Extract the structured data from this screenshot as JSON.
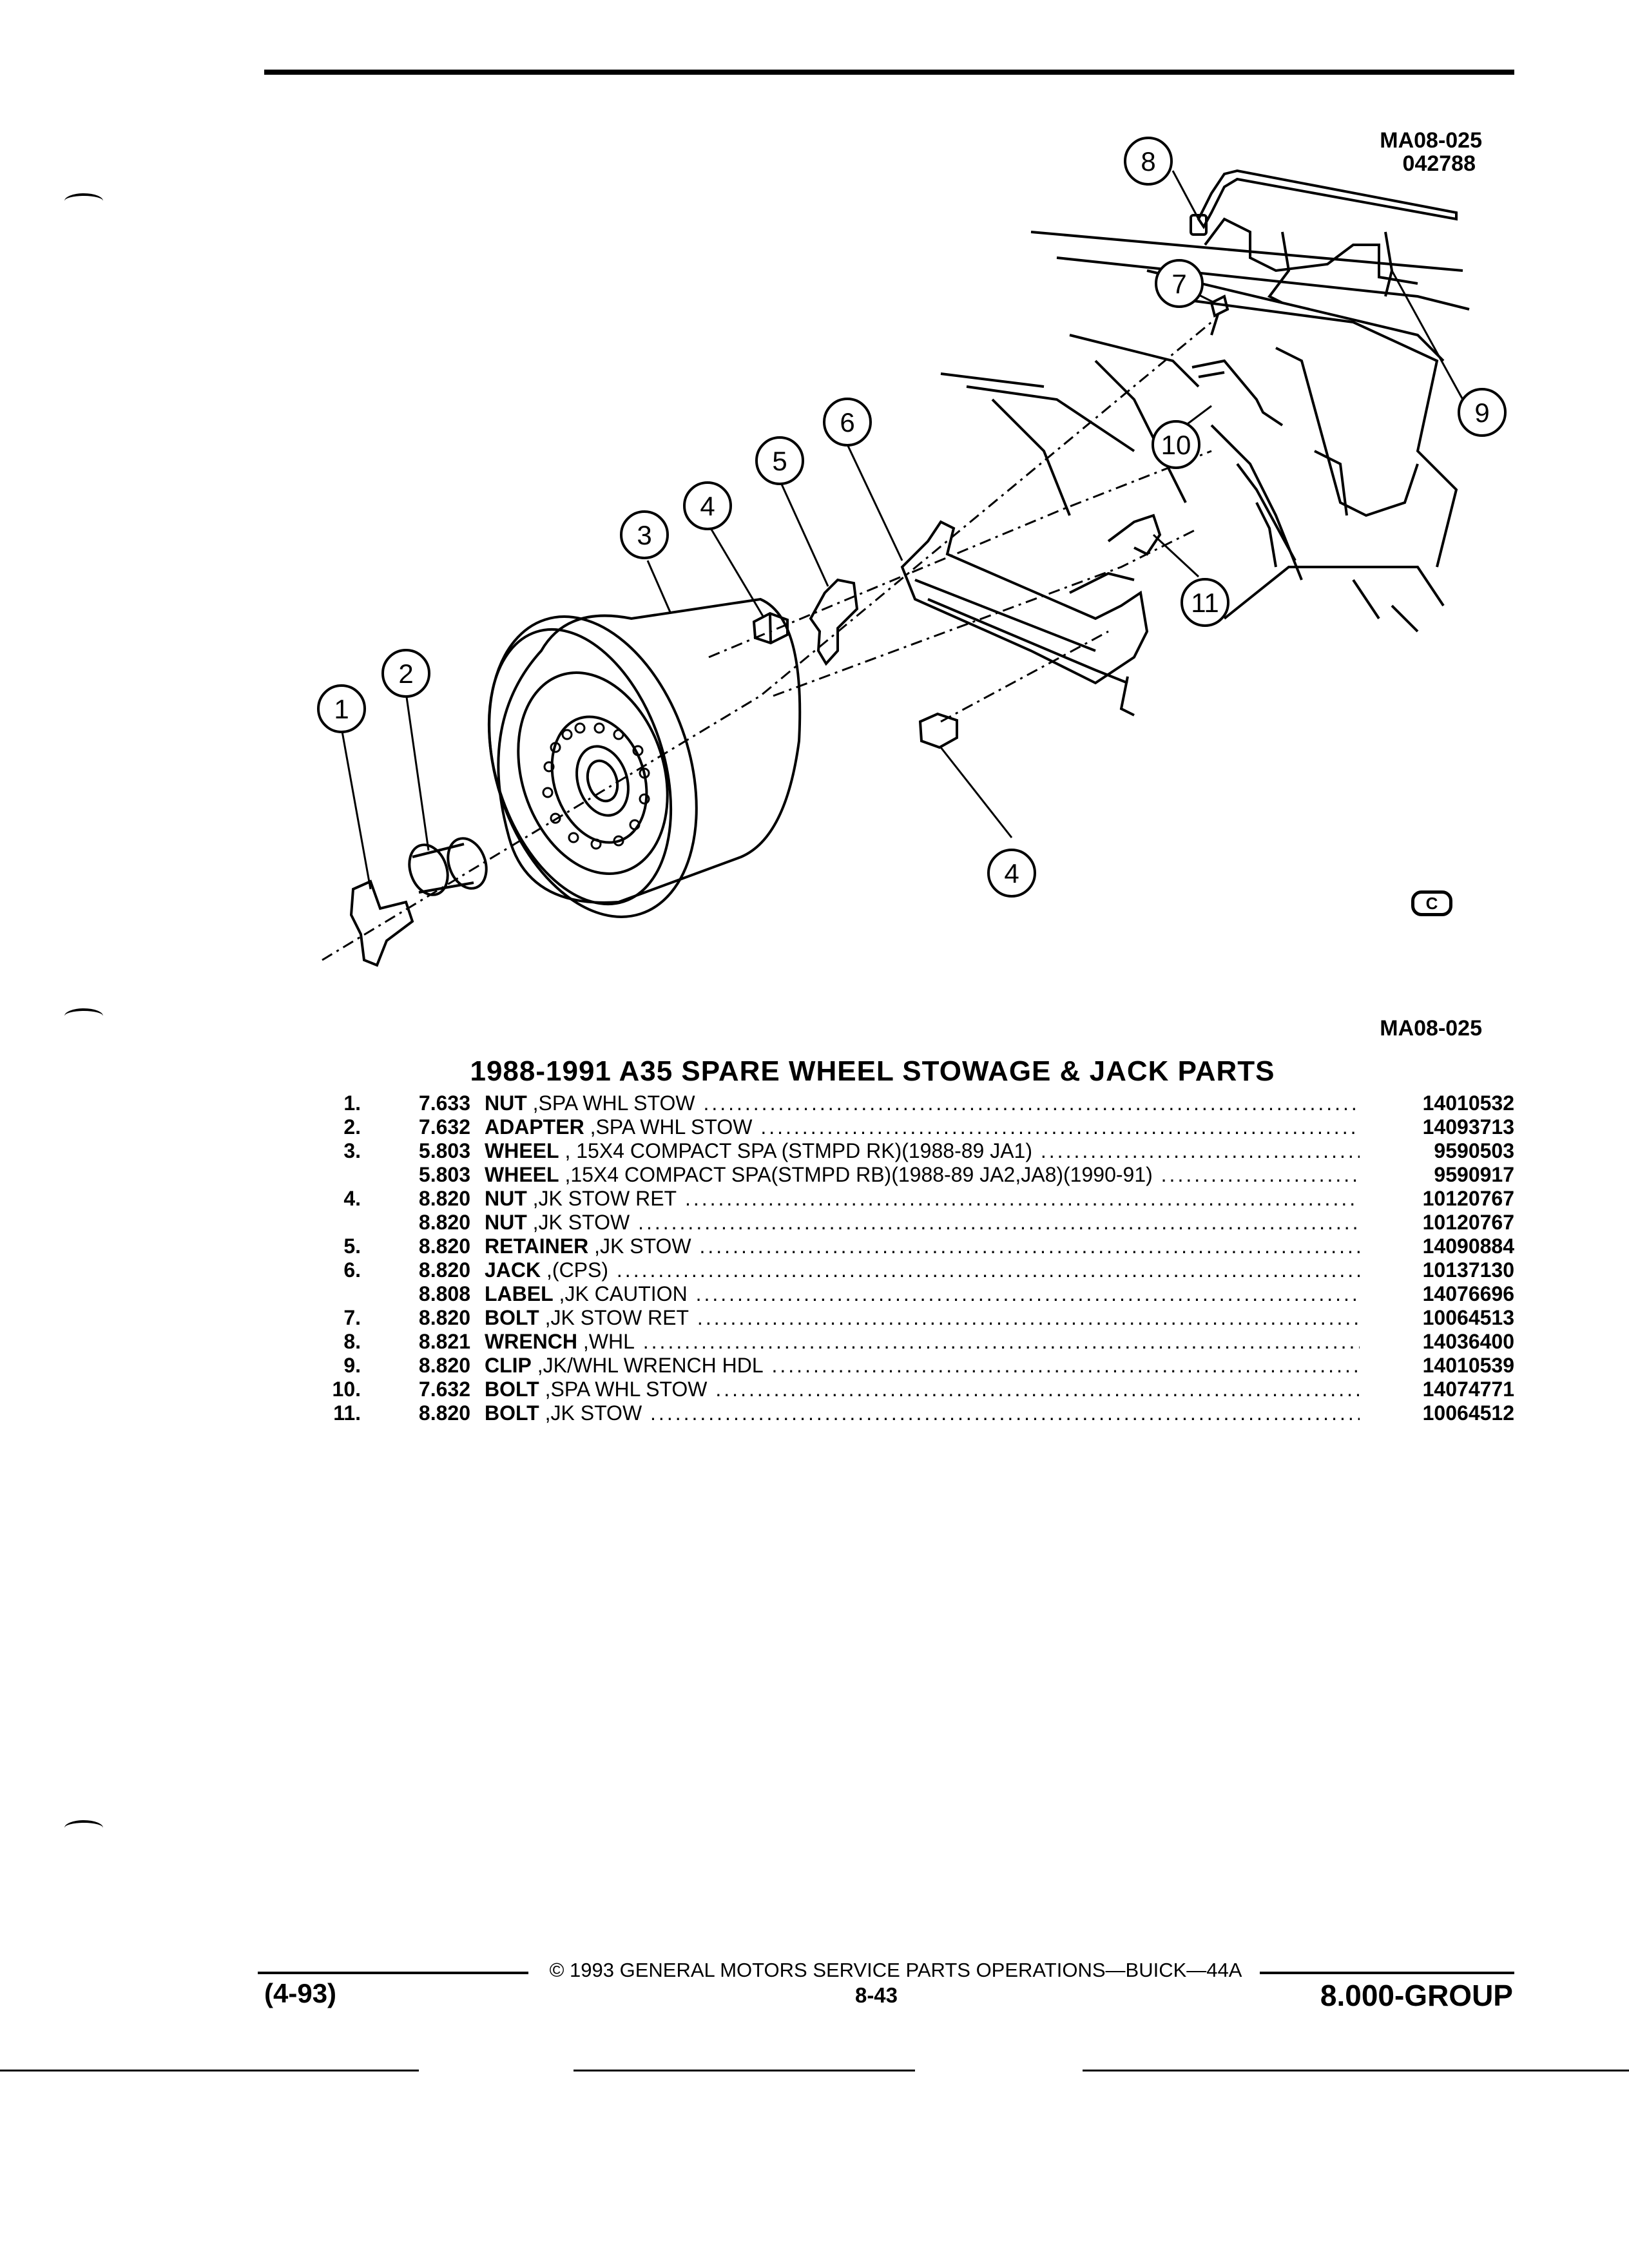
{
  "figure": {
    "code_top": "MA08-025",
    "date_code": "042788",
    "code_bottom": "MA08-025",
    "logo_mark": "C",
    "callouts": [
      "1",
      "2",
      "3",
      "4",
      "5",
      "6",
      "7",
      "8",
      "9",
      "10",
      "11",
      "4"
    ]
  },
  "title": "1988-1991 A35 SPARE WHEEL STOWAGE & JACK PARTS",
  "parts": [
    {
      "num": "1.",
      "grp": "7.633",
      "name": "NUT",
      "desc": " ,SPA WHL STOW",
      "pn": "14010532"
    },
    {
      "num": "2.",
      "grp": "7.632",
      "name": "ADAPTER",
      "desc": " ,SPA WHL STOW",
      "pn": "14093713"
    },
    {
      "num": "3.",
      "grp": "5.803",
      "name": "WHEEL",
      "desc": " , 15X4 COMPACT SPA (STMPD RK)(1988-89 JA1)",
      "pn": "9590503"
    },
    {
      "num": "",
      "grp": "5.803",
      "name": "WHEEL",
      "desc": " ,15X4 COMPACT SPA(STMPD RB)(1988-89 JA2,JA8)(1990-91)",
      "pn": "9590917"
    },
    {
      "num": "4.",
      "grp": "8.820",
      "name": "NUT",
      "desc": " ,JK STOW RET",
      "pn": "10120767"
    },
    {
      "num": "",
      "grp": "8.820",
      "name": "NUT",
      "desc": " ,JK STOW",
      "pn": "10120767"
    },
    {
      "num": "5.",
      "grp": "8.820",
      "name": "RETAINER",
      "desc": " ,JK STOW",
      "pn": "14090884"
    },
    {
      "num": "6.",
      "grp": "8.820",
      "name": "JACK",
      "desc": " ,(CPS)",
      "pn": "10137130"
    },
    {
      "num": "",
      "grp": "8.808",
      "name": "LABEL",
      "desc": " ,JK CAUTION",
      "pn": "14076696"
    },
    {
      "num": "7.",
      "grp": "8.820",
      "name": "BOLT",
      "desc": " ,JK STOW RET",
      "pn": "10064513"
    },
    {
      "num": "8.",
      "grp": "8.821",
      "name": "WRENCH",
      "desc": " ,WHL",
      "pn": "14036400"
    },
    {
      "num": "9.",
      "grp": "8.820",
      "name": "CLIP",
      "desc": " ,JK/WHL WRENCH HDL",
      "pn": "14010539"
    },
    {
      "num": "10.",
      "grp": "7.632",
      "name": "BOLT",
      "desc": " ,SPA WHL STOW",
      "pn": "14074771"
    },
    {
      "num": "11.",
      "grp": "8.820",
      "name": "BOLT",
      "desc": " ,JK STOW",
      "pn": "10064512"
    }
  ],
  "footer": {
    "copyright": "© 1993 GENERAL MOTORS SERVICE PARTS OPERATIONS—BUICK—44A",
    "page": "8-43",
    "date": "(4-93)",
    "group": "8.000-GROUP"
  }
}
